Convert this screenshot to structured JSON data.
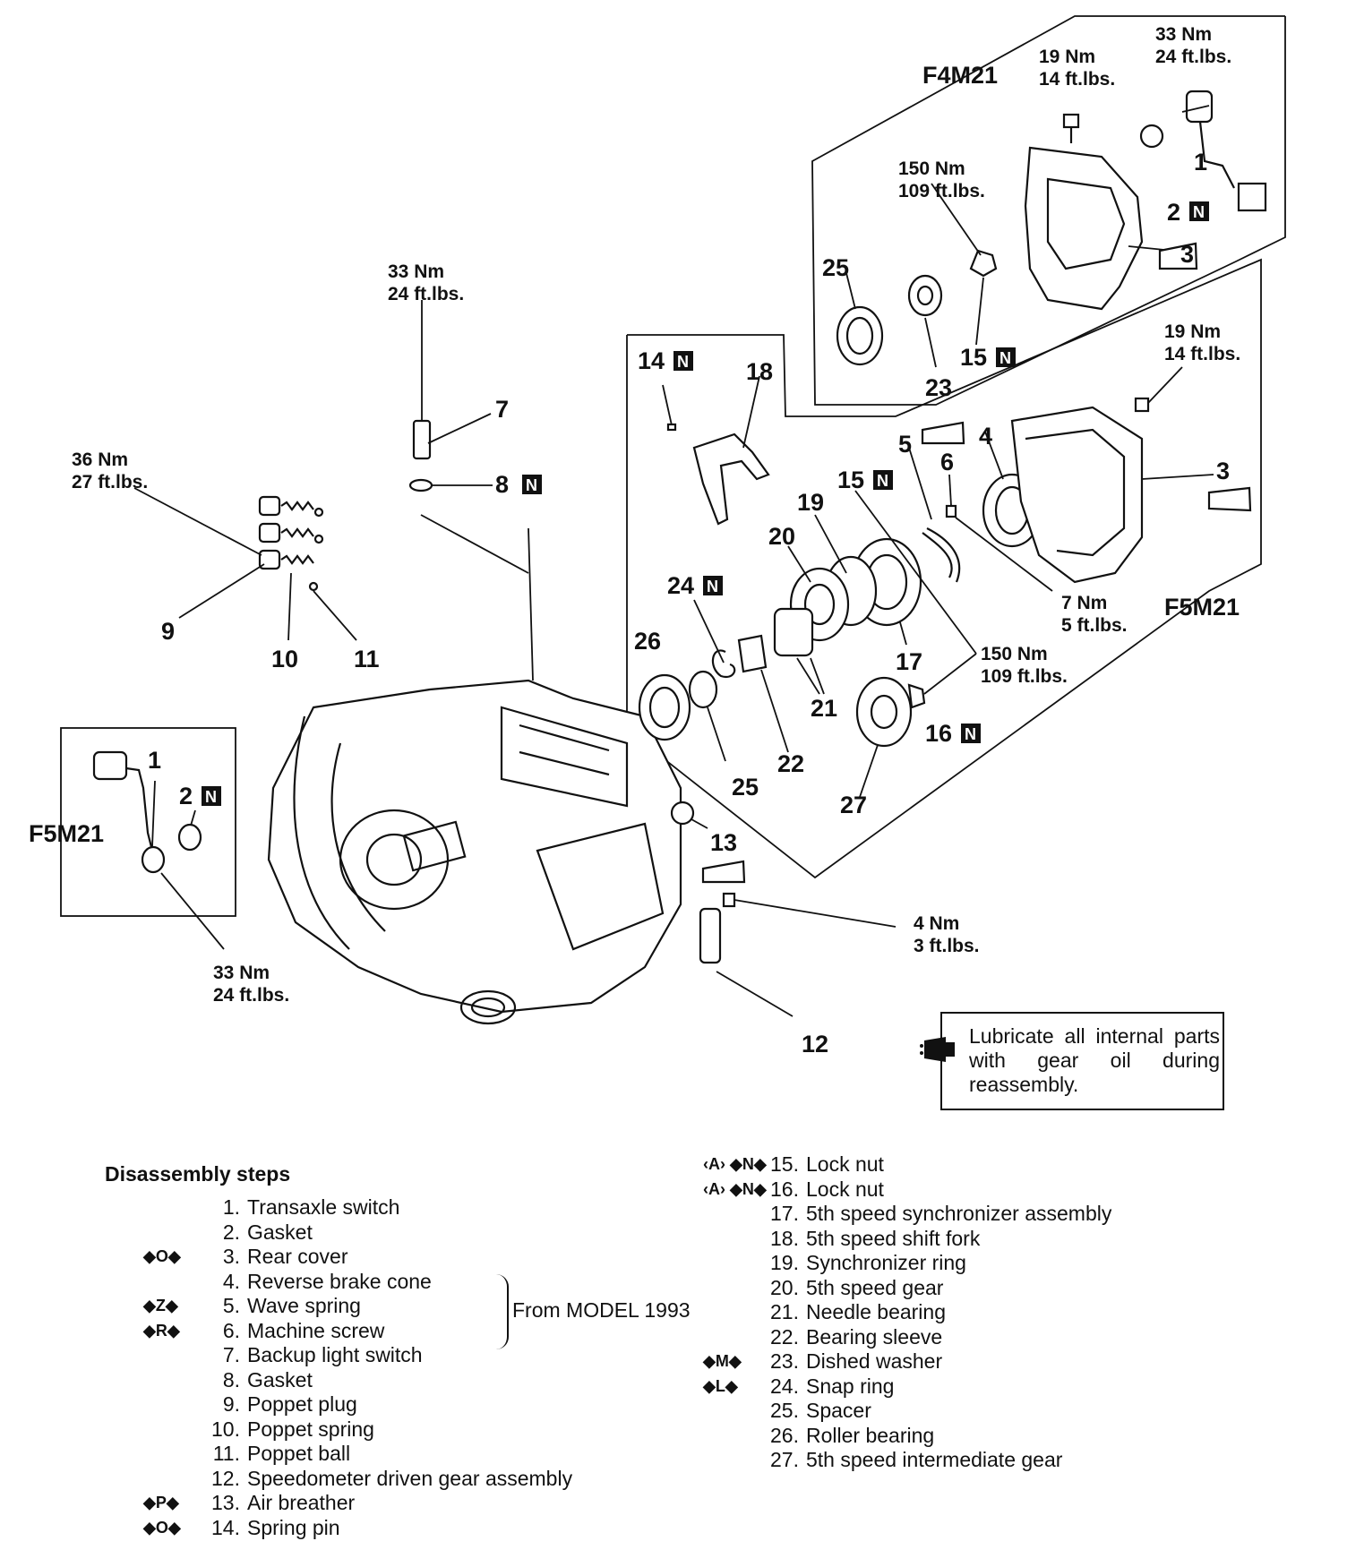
{
  "diagram": {
    "models": {
      "f4m21": "F4M21",
      "f5m21_right": "F5M21",
      "f5m21_left": "F5M21"
    },
    "n_mark": "N",
    "torques": {
      "t_switch_top": [
        "33 Nm",
        "24 ft.lbs."
      ],
      "t_bolt_top": [
        "19 Nm",
        "14 ft.lbs."
      ],
      "t_nut_top": [
        "150 Nm",
        "109 ft.lbs."
      ],
      "t_backup": [
        "33 Nm",
        "24 ft.lbs."
      ],
      "t_poppet": [
        "36 Nm",
        "27 ft.lbs."
      ],
      "t_bolt_mid": [
        "19 Nm",
        "14 ft.lbs."
      ],
      "t_screw": [
        "7 Nm",
        "5 ft.lbs."
      ],
      "t_nut_mid": [
        "150 Nm",
        "109 ft.lbs."
      ],
      "t_speedo": [
        "4 Nm",
        "3 ft.lbs."
      ],
      "t_switch_left": [
        "33 Nm",
        "24 ft.lbs."
      ]
    },
    "callouts": {
      "c1_top": "1",
      "c2_top": "2",
      "c3_top": "3",
      "c25_top": "25",
      "c23_top": "23",
      "c15_top": "15",
      "c14": "14",
      "c18": "18",
      "c7": "7",
      "c8": "8",
      "c9": "9",
      "c10": "10",
      "c11": "11",
      "c5": "5",
      "c6": "6",
      "c4": "4",
      "c3_mid": "3",
      "c15_mid": "15",
      "c19": "19",
      "c20": "20",
      "c24": "24",
      "c26": "26",
      "c17": "17",
      "c21": "21",
      "c16": "16",
      "c22": "22",
      "c25_mid": "25",
      "c27": "27",
      "c13": "13",
      "c12": "12",
      "c1_left": "1",
      "c2_left": "2"
    },
    "note": "Lubricate all internal parts with gear oil during reassembly."
  },
  "steps": {
    "title": "Disassembly steps",
    "left": [
      {
        "mark": "",
        "num": "1.",
        "text": "Transaxle switch"
      },
      {
        "mark": "",
        "num": "2.",
        "text": "Gasket"
      },
      {
        "mark": "◆O◆",
        "num": "3.",
        "text": "Rear cover"
      },
      {
        "mark": "",
        "num": "4.",
        "text": "Reverse brake cone"
      },
      {
        "mark": "◆Z◆",
        "num": "5.",
        "text": "Wave spring"
      },
      {
        "mark": "◆R◆",
        "num": "6.",
        "text": "Machine screw"
      },
      {
        "mark": "",
        "num": "7.",
        "text": "Backup light switch"
      },
      {
        "mark": "",
        "num": "8.",
        "text": "Gasket"
      },
      {
        "mark": "",
        "num": "9.",
        "text": "Poppet plug"
      },
      {
        "mark": "",
        "num": "10.",
        "text": "Poppet spring"
      },
      {
        "mark": "",
        "num": "11.",
        "text": "Poppet ball"
      },
      {
        "mark": "",
        "num": "12.",
        "text": "Speedometer driven gear assembly"
      },
      {
        "mark": "◆P◆",
        "num": "13.",
        "text": "Air breather"
      },
      {
        "mark": "◆O◆",
        "num": "14.",
        "text": "Spring pin"
      }
    ],
    "bracket_label": "From MODEL 1993",
    "right": [
      {
        "mark": "‹A› ◆N◆",
        "num": "15.",
        "text": "Lock nut"
      },
      {
        "mark": "‹A› ◆N◆",
        "num": "16.",
        "text": "Lock nut"
      },
      {
        "mark": "",
        "num": "17.",
        "text": "5th speed synchronizer assembly"
      },
      {
        "mark": "",
        "num": "18.",
        "text": "5th speed shift fork"
      },
      {
        "mark": "",
        "num": "19.",
        "text": "Synchronizer ring"
      },
      {
        "mark": "",
        "num": "20.",
        "text": "5th speed gear"
      },
      {
        "mark": "",
        "num": "21.",
        "text": "Needle bearing"
      },
      {
        "mark": "",
        "num": "22.",
        "text": "Bearing sleeve"
      },
      {
        "mark": "◆M◆",
        "num": "23.",
        "text": "Dished washer"
      },
      {
        "mark": "◆L◆",
        "num": "24.",
        "text": "Snap ring"
      },
      {
        "mark": "",
        "num": "25.",
        "text": "Spacer"
      },
      {
        "mark": "",
        "num": "26.",
        "text": "Roller bearing"
      },
      {
        "mark": "",
        "num": "27.",
        "text": "5th speed intermediate gear"
      }
    ]
  }
}
